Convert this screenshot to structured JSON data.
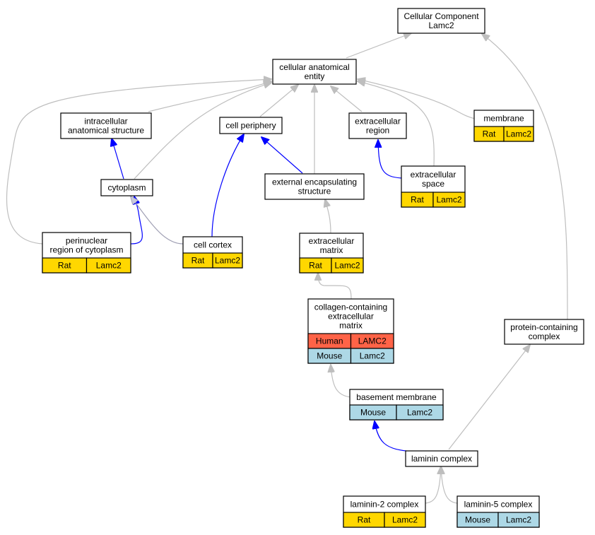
{
  "colors": {
    "rat": "#ffd700",
    "mouse": "#add8e6",
    "human": "#ff6347",
    "edge_isa": "#bebebe",
    "edge_partof": "#0000ff"
  },
  "nodes": {
    "root": {
      "lines": [
        "Cellular Component",
        "Lamc2"
      ]
    },
    "cae": {
      "lines": [
        "cellular anatomical",
        "entity"
      ]
    },
    "ias": {
      "lines": [
        "intracellular",
        "anatomical structure"
      ]
    },
    "cp": {
      "lines": [
        "cell periphery"
      ]
    },
    "ecr": {
      "lines": [
        "extracellular",
        "region"
      ]
    },
    "mem": {
      "lines": [
        "membrane"
      ],
      "rows": [
        [
          "Rat",
          "Lamc2"
        ]
      ]
    },
    "cyto": {
      "lines": [
        "cytoplasm"
      ]
    },
    "ees": {
      "lines": [
        "external encapsulating",
        "structure"
      ]
    },
    "ecs": {
      "lines": [
        "extracellular",
        "space"
      ],
      "rows": [
        [
          "Rat",
          "Lamc2"
        ]
      ]
    },
    "peri": {
      "lines": [
        "perinuclear",
        "region of cytoplasm"
      ],
      "rows": [
        [
          "Rat",
          "Lamc2"
        ]
      ]
    },
    "cc": {
      "lines": [
        "cell cortex"
      ],
      "rows": [
        [
          "Rat",
          "Lamc2"
        ]
      ]
    },
    "ecm": {
      "lines": [
        "extracellular",
        "matrix"
      ],
      "rows": [
        [
          "Rat",
          "Lamc2"
        ]
      ]
    },
    "pcc": {
      "lines": [
        "protein-containing",
        "complex"
      ]
    },
    "colm": {
      "lines": [
        "collagen-containing",
        "extracellular",
        "matrix"
      ],
      "rows": [
        [
          "Human",
          "LAMC2"
        ],
        [
          "Mouse",
          "Lamc2"
        ]
      ]
    },
    "bm": {
      "lines": [
        "basement membrane"
      ],
      "rows": [
        [
          "Mouse",
          "Lamc2"
        ]
      ]
    },
    "lc": {
      "lines": [
        "laminin complex"
      ]
    },
    "l2": {
      "lines": [
        "laminin-2 complex"
      ],
      "rows": [
        [
          "Rat",
          "Lamc2"
        ]
      ]
    },
    "l5": {
      "lines": [
        "laminin-5 complex"
      ],
      "rows": [
        [
          "Mouse",
          "Lamc2"
        ]
      ]
    }
  }
}
